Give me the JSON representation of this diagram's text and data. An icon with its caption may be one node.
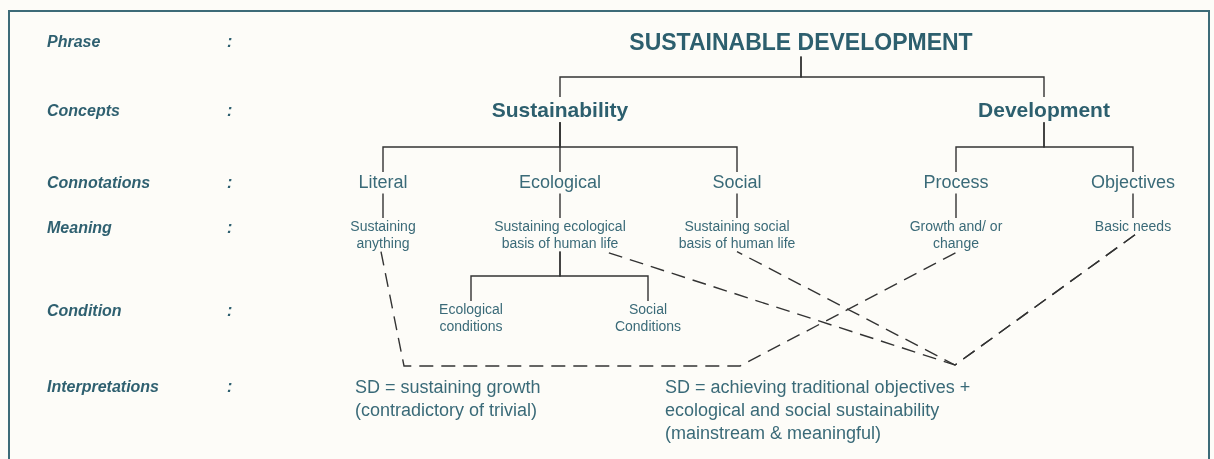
{
  "diagram": {
    "nodes": [
      {
        "text": [
          "SUSTAINABLE DEVELOPMENT"
        ]
      },
      {
        "text": [
          "Sustainability"
        ]
      },
      {
        "text": [
          "Development"
        ]
      },
      {
        "text": [
          "Literal"
        ]
      },
      {
        "text": [
          "Ecological"
        ]
      },
      {
        "text": [
          "Social"
        ]
      },
      {
        "text": [
          "Process"
        ]
      },
      {
        "text": [
          "Objectives"
        ]
      },
      {
        "text": [
          "Sustaining anything"
        ]
      },
      {
        "text": [
          "Sustaining ecological basis of human life"
        ]
      },
      {
        "text": [
          "Sustaining social basis of human life"
        ]
      },
      {
        "text": [
          "Growth and/ or change"
        ]
      },
      {
        "text": [
          "Basic needs"
        ]
      },
      {
        "text": [
          "Ecological conditions"
        ]
      },
      {
        "text": [
          "Social Conditions"
        ]
      },
      {
        "text": [
          "SD = sustaining growth (contradictory of trivial)"
        ]
      },
      {
        "text": [
          "SD = achieving traditional objectives + ecological and social sustainability (mainstream & meaningful)"
        ]
      }
    ],
    "edges": [
      {
        "from": 0,
        "to": 1,
        "arrow": "none"
      },
      {
        "from": 0,
        "to": 2,
        "arrow": "none"
      },
      {
        "from": 1,
        "to": 3,
        "arrow": "none"
      },
      {
        "from": 1,
        "to": 4,
        "arrow": "none"
      },
      {
        "from": 1,
        "to": 5,
        "arrow": "none"
      },
      {
        "from": 2,
        "to": 6,
        "arrow": "none"
      },
      {
        "from": 2,
        "to": 7,
        "arrow": "none"
      },
      {
        "from": 3,
        "to": 8,
        "arrow": "none"
      },
      {
        "from": 4,
        "to": 9,
        "arrow": "none"
      },
      {
        "from": 5,
        "to": 10,
        "arrow": "none"
      },
      {
        "from": 6,
        "to": 11,
        "arrow": "none"
      },
      {
        "from": 7,
        "to": 12,
        "arrow": "none"
      },
      {
        "from": 9,
        "to": 13,
        "arrow": "none"
      },
      {
        "from": 9,
        "to": 14,
        "arrow": "none"
      },
      {
        "from": 8,
        "to": 11,
        "arrow": "none",
        "style": "dashed"
      },
      {
        "from": 9,
        "to": 12,
        "arrow": "none",
        "style": "dashed"
      },
      {
        "from": 10,
        "to": 12,
        "arrow": "none",
        "style": "dashed"
      }
    ],
    "labels": [
      "Phrase",
      ":",
      "Concepts",
      ":",
      "Connotations",
      ":",
      "Meaning",
      ":",
      "Condition",
      ":",
      "Interpretations",
      ":"
    ]
  }
}
